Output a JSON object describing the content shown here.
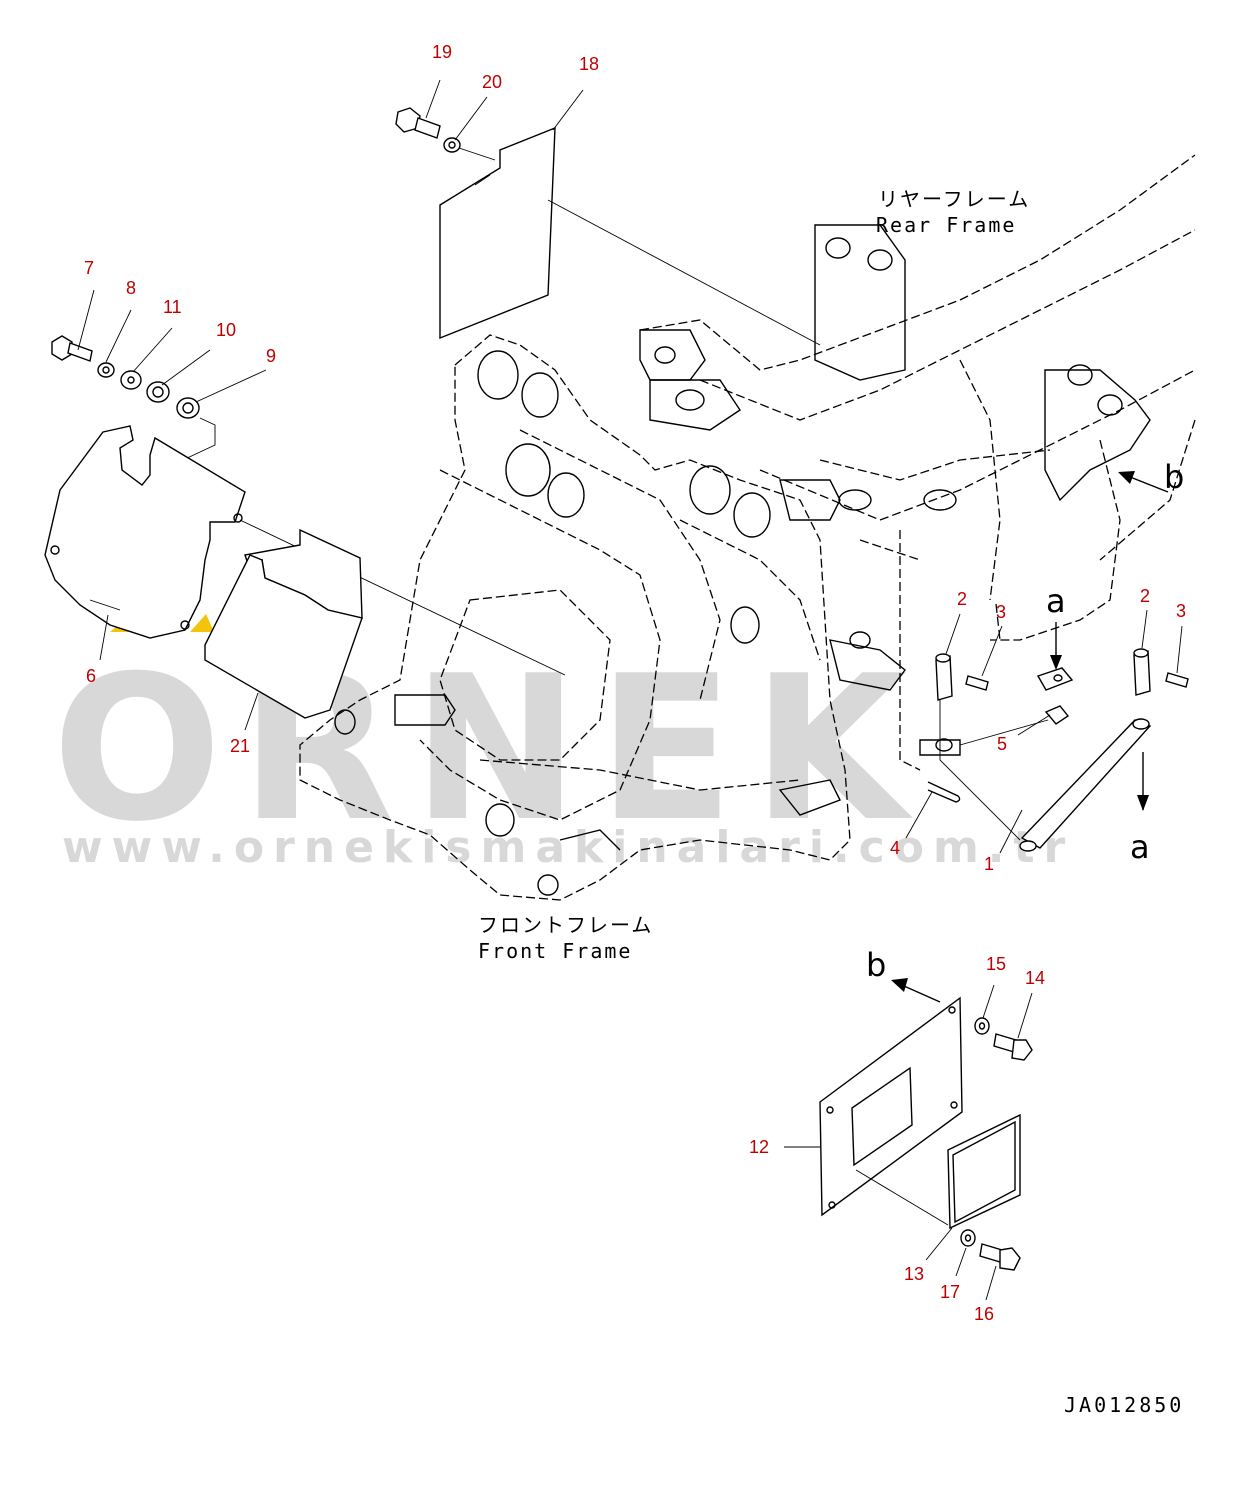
{
  "watermark": {
    "logo": "ORNEK",
    "url": "www.ornekismakinalari.com.tr",
    "color": "#d8d8d8",
    "accent": "#f2c40c"
  },
  "frames": {
    "rear_jp": "リヤーフレーム",
    "rear_en": "Rear Frame",
    "front_jp": "フロントフレーム",
    "front_en": "Front Frame"
  },
  "views": {
    "a_top": "a",
    "a_bottom": "a",
    "b_right": "b",
    "b_bottom": "b"
  },
  "callouts": [
    {
      "id": "c19",
      "label": "19"
    },
    {
      "id": "c20",
      "label": "20"
    },
    {
      "id": "c18",
      "label": "18"
    },
    {
      "id": "c7",
      "label": "7"
    },
    {
      "id": "c8",
      "label": "8"
    },
    {
      "id": "c11",
      "label": "11"
    },
    {
      "id": "c10",
      "label": "10"
    },
    {
      "id": "c9",
      "label": "9"
    },
    {
      "id": "c6",
      "label": "6"
    },
    {
      "id": "c21",
      "label": "21"
    },
    {
      "id": "c2a",
      "label": "2"
    },
    {
      "id": "c3a",
      "label": "3"
    },
    {
      "id": "c2b",
      "label": "2"
    },
    {
      "id": "c3b",
      "label": "3"
    },
    {
      "id": "c5",
      "label": "5"
    },
    {
      "id": "c4",
      "label": "4"
    },
    {
      "id": "c1",
      "label": "1"
    },
    {
      "id": "c15",
      "label": "15"
    },
    {
      "id": "c14",
      "label": "14"
    },
    {
      "id": "c12",
      "label": "12"
    },
    {
      "id": "c13",
      "label": "13"
    },
    {
      "id": "c17",
      "label": "17"
    },
    {
      "id": "c16",
      "label": "16"
    }
  ],
  "drawing_number": "JA012850",
  "colors": {
    "callout": "#c00000",
    "line": "#000000"
  }
}
